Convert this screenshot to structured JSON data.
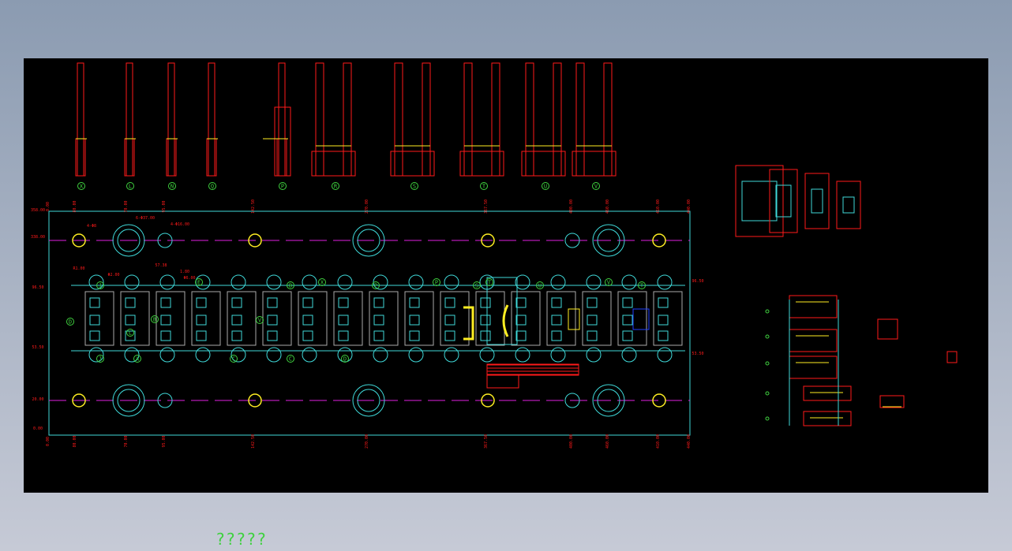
{
  "drawing": {
    "punch_labels": [
      "X",
      "L",
      "N",
      "Q",
      "P",
      "R",
      "S",
      "T",
      "U",
      "V"
    ],
    "strip_labels_top": [
      "J",
      "E",
      "B",
      "X",
      "P",
      "P",
      "S",
      "T",
      "U",
      "V",
      "T"
    ],
    "strip_labels_bottom": [
      "J",
      "A",
      "C",
      "C",
      "D"
    ],
    "strip_labels_left": [
      "D",
      "L",
      "B",
      "V"
    ],
    "dimensions_left": [
      "358.00",
      "338.00",
      "96.50",
      "53.50",
      "20.00",
      "0.00"
    ],
    "dimensions_right": [
      "96.50",
      "53.50"
    ],
    "dimensions_bottom": [
      "0.00",
      "80.00",
      "70.00",
      "95.00",
      "142.50",
      "270.00",
      "367.50",
      "400.00",
      "460.00",
      "410.00",
      "440.00"
    ],
    "callouts": [
      "4-Φ8",
      "6-Φ37.00",
      "4-Φ16.00",
      "R1.00",
      "Φ2.00",
      "Φ6.00",
      "57.38",
      "1.80"
    ],
    "bottom_note": "?????"
  },
  "colors": {
    "red": "#ff1a1a",
    "cyan": "#3fd9d9",
    "yellow": "#ffee22",
    "green": "#3fd13f",
    "magenta": "#e020e0",
    "blue": "#2040ff"
  }
}
